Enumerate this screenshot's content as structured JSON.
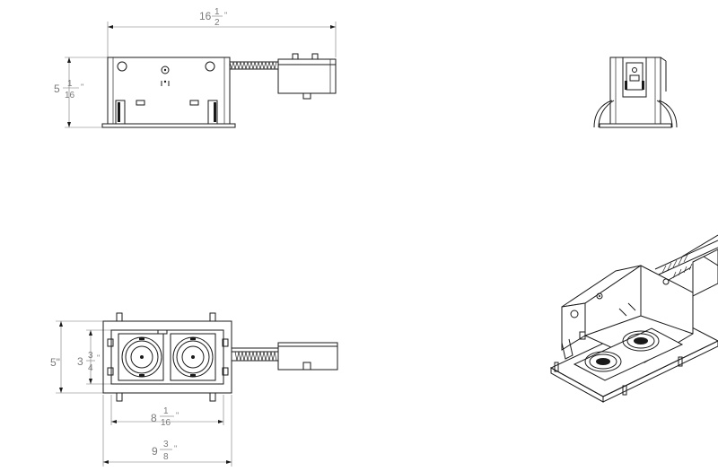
{
  "dimensions": {
    "overall_length": {
      "whole": "16",
      "num": "1",
      "den": "2",
      "unit": "\""
    },
    "height": {
      "whole": "5",
      "num": "1",
      "den": "16",
      "unit": "\""
    },
    "depth": {
      "text": "5\""
    },
    "inner_depth": {
      "whole": "3",
      "num": "3",
      "den": "4",
      "unit": "\""
    },
    "inner_width": {
      "whole": "8",
      "num": "1",
      "den": "16",
      "unit": "\""
    },
    "outer_width": {
      "whole": "9",
      "num": "3",
      "den": "8",
      "unit": "\""
    }
  }
}
